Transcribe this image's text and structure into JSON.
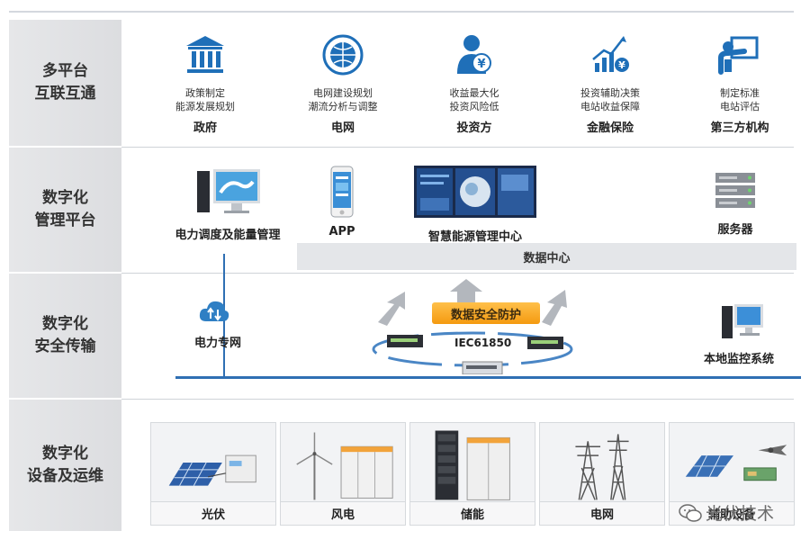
{
  "rows": [
    {
      "label": "多平台\n互联互通"
    },
    {
      "label": "数字化\n管理平台"
    },
    {
      "label": "数字化\n安全传输"
    },
    {
      "label": "数字化\n设备及运维"
    }
  ],
  "platforms": [
    {
      "desc": "政策制定\n能源发展规划",
      "name": "政府",
      "icon": "government-building-icon"
    },
    {
      "desc": "电网建设规划\n潮流分析与调整",
      "name": "电网",
      "icon": "grid-globe-logo-icon"
    },
    {
      "desc": "收益最大化\n投资风险低",
      "name": "投资方",
      "icon": "investor-yuan-icon"
    },
    {
      "desc": "投资辅助决策\n电站收益保障",
      "name": "金融保险",
      "icon": "finance-growth-chart-icon"
    },
    {
      "desc": "制定标准\n电站评估",
      "name": "第三方机构",
      "icon": "presentation-board-icon"
    }
  ],
  "management": {
    "dispatch": "电力调度及能量管理",
    "app": "APP",
    "center": "智慧能源管理中心",
    "server": "服务器",
    "datacenter": "数据中心"
  },
  "transport": {
    "private_net": "电力专网",
    "security": "数据安全防护",
    "protocol": "IEC61850",
    "local_monitor": "本地监控系统"
  },
  "devices": [
    {
      "name": "光伏"
    },
    {
      "name": "风电"
    },
    {
      "name": "储能"
    },
    {
      "name": "电网"
    },
    {
      "name": "辅助设备"
    }
  ],
  "watermark": "光伏技术",
  "colors": {
    "accent_blue": "#1f6fb8",
    "line_blue": "#2f6fb3",
    "banner_orange": "#f49a10"
  }
}
